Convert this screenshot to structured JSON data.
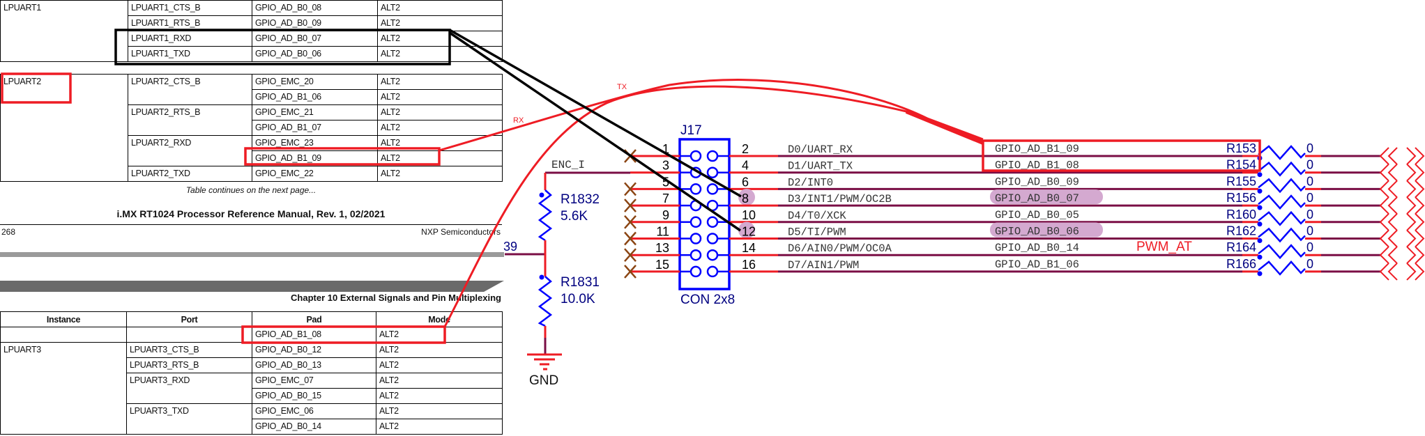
{
  "manual": {
    "table_top": [
      [
        "LPUART1",
        "LPUART1_CTS_B",
        "GPIO_AD_B0_08",
        "ALT2"
      ],
      [
        "",
        "LPUART1_RTS_B",
        "GPIO_AD_B0_09",
        "ALT2"
      ],
      [
        "",
        "LPUART1_RXD",
        "GPIO_AD_B0_07",
        "ALT2"
      ],
      [
        "",
        "LPUART1_TXD",
        "GPIO_AD_B0_06",
        "ALT2"
      ]
    ],
    "table_mid": [
      [
        "LPUART2",
        "LPUART2_CTS_B",
        "GPIO_EMC_20",
        "ALT2"
      ],
      [
        "",
        "",
        "GPIO_AD_B1_06",
        "ALT2"
      ],
      [
        "",
        "LPUART2_RTS_B",
        "GPIO_EMC_21",
        "ALT2"
      ],
      [
        "",
        "",
        "GPIO_AD_B1_07",
        "ALT2"
      ],
      [
        "",
        "LPUART2_RXD",
        "GPIO_EMC_23",
        "ALT2"
      ],
      [
        "",
        "",
        "GPIO_AD_B1_09",
        "ALT2"
      ],
      [
        "",
        "LPUART2_TXD",
        "GPIO_EMC_22",
        "ALT2"
      ]
    ],
    "continues": "Table continues on the next page...",
    "footer_title": "i.MX RT1024 Processor Reference Manual, Rev. 1, 02/2021",
    "page_number": "268",
    "company": "NXP Semiconductors",
    "chapter": "Chapter 10 External Signals and Pin Multiplexing",
    "table_bottom_headers": [
      "Instance",
      "Port",
      "Pad",
      "Mode"
    ],
    "table_bottom": [
      [
        "",
        "",
        "GPIO_AD_B1_08",
        "ALT2"
      ],
      [
        "LPUART3",
        "LPUART3_CTS_B",
        "GPIO_AD_B0_12",
        "ALT2"
      ],
      [
        "",
        "LPUART3_RTS_B",
        "GPIO_AD_B0_13",
        "ALT2"
      ],
      [
        "",
        "LPUART3_RXD",
        "GPIO_EMC_07",
        "ALT2"
      ],
      [
        "",
        "",
        "GPIO_AD_B0_15",
        "ALT2"
      ],
      [
        "",
        "LPUART3_TXD",
        "GPIO_EMC_06",
        "ALT2"
      ],
      [
        "",
        "",
        "GPIO_AD_B0_14",
        "ALT2"
      ]
    ]
  },
  "annotations": {
    "tx_label": "TX",
    "rx_label": "RX",
    "pwm_label": "PWM_AT",
    "red_color": "#ee1c24",
    "black_color": "#000000",
    "highlight_color": "#d4a9d0"
  },
  "schematic": {
    "net_39": "39",
    "enc_label": "ENC_I",
    "r1832": {
      "ref": "R1832",
      "value": "5.6K"
    },
    "r1831": {
      "ref": "R1831",
      "value": "10.0K"
    },
    "gnd": "GND",
    "connector_ref": "J17",
    "connector_type": "CON 2x8",
    "wire_color": "#7a0e45",
    "pin_color": "#ee1c24",
    "part_color": "#0000ff",
    "rows": [
      {
        "left_pin": "1",
        "right_pin": "2",
        "signal": "D0/UART_RX",
        "gpio": "GPIO_AD_B1_09",
        "res": "R153",
        "value": "0",
        "nc": true,
        "hl": false
      },
      {
        "left_pin": "3",
        "right_pin": "4",
        "signal": "D1/UART_TX",
        "gpio": "GPIO_AD_B1_08",
        "res": "R154",
        "value": "0",
        "nc": false,
        "hl": false
      },
      {
        "left_pin": "5",
        "right_pin": "6",
        "signal": "D2/INT0",
        "gpio": "GPIO_AD_B0_09",
        "res": "R155",
        "value": "0",
        "nc": true,
        "hl": false
      },
      {
        "left_pin": "7",
        "right_pin": "8",
        "signal": "D3/INT1/PWM/OC2B",
        "gpio": "GPIO_AD_B0_07",
        "res": "R156",
        "value": "0",
        "nc": true,
        "hl": true
      },
      {
        "left_pin": "9",
        "right_pin": "10",
        "signal": "D4/T0/XCK",
        "gpio": "GPIO_AD_B0_05",
        "res": "R160",
        "value": "0",
        "nc": true,
        "hl": false
      },
      {
        "left_pin": "11",
        "right_pin": "12",
        "signal": "D5/TI/PWM",
        "gpio": "GPIO_AD_B0_06",
        "res": "R162",
        "value": "0",
        "nc": true,
        "hl": true
      },
      {
        "left_pin": "13",
        "right_pin": "14",
        "signal": "D6/AIN0/PWM/OC0A",
        "gpio": "GPIO_AD_B0_14",
        "res": "R164",
        "value": "0",
        "nc": true,
        "hl": false
      },
      {
        "left_pin": "15",
        "right_pin": "16",
        "signal": "D7/AIN1/PWM",
        "gpio": "GPIO_AD_B1_06",
        "res": "R166",
        "value": "0",
        "nc": true,
        "hl": false
      }
    ]
  }
}
